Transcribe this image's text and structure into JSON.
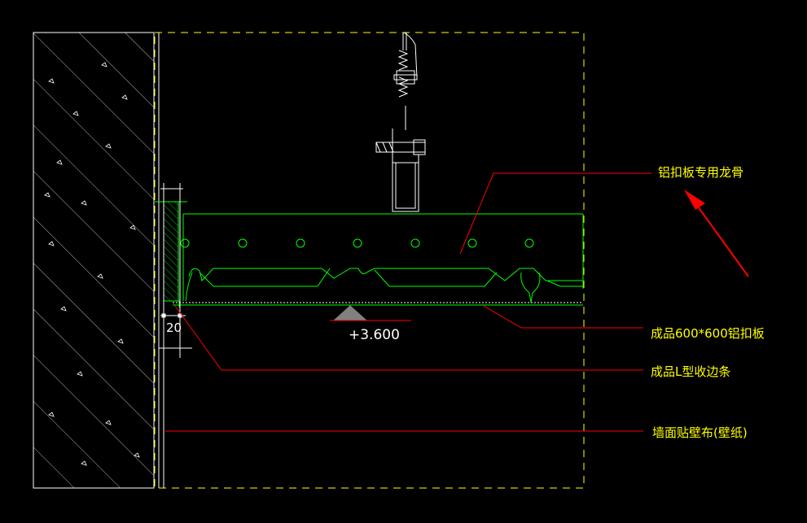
{
  "labels": {
    "keel": "铝扣板专用龙骨",
    "panel": "成品600*600铝扣板",
    "edge_strip": "成品L型收边条",
    "wallcovering": "墙面贴壁布(壁纸)"
  },
  "dimensions": {
    "gap": "20"
  },
  "elevation": {
    "value": "+3.600"
  },
  "colors": {
    "background": "#000000",
    "wall_outline": "#ffffff",
    "boundary_dashed": "#ffff00",
    "profile_green": "#00ff00",
    "leader_red": "#ff0000",
    "label_yellow": "#ffff00",
    "dimension_text": "#ffffff",
    "elevation_marker": "#808080"
  },
  "icons": {
    "arrow": "red-pointer-arrow",
    "elevation": "triangle-elevation-marker"
  }
}
